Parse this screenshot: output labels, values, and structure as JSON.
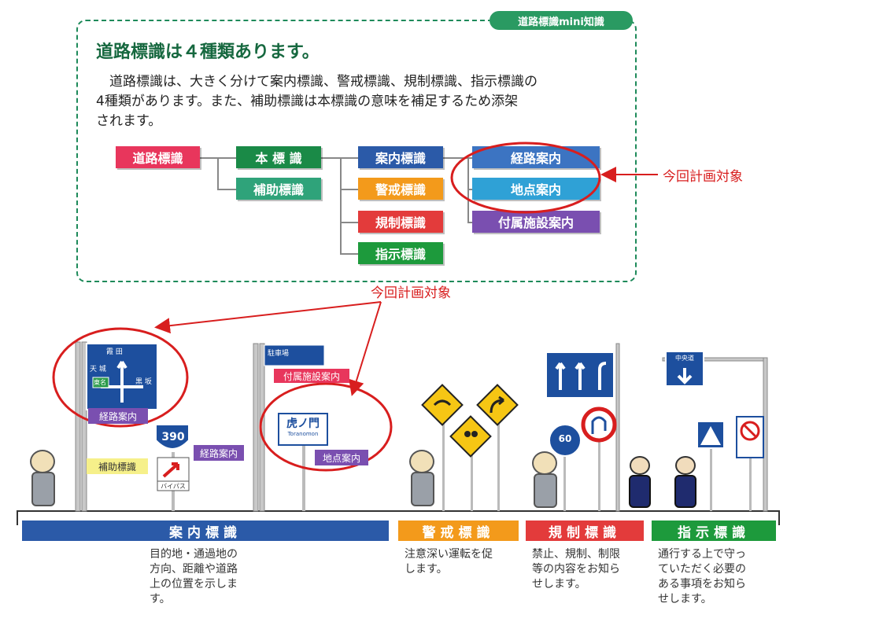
{
  "mini": {
    "tag": "道路標識mini知識",
    "title": "道路標識は４種類あります。",
    "body_line1": "道路標識は、大きく分けて案内標識、警戒標識、規制標識、指示標識の",
    "body_line2": "4種類があります。また、補助標識は本標識の意味を補足するため添架",
    "body_line3": "されます。"
  },
  "tree": {
    "root": "道路標識",
    "main": "本 標 識",
    "aux": "補助標識",
    "guide": "案内標識",
    "warning": "警戒標識",
    "regulatory": "規制標識",
    "instruction": "指示標識",
    "route": "経路案内",
    "point": "地点案内",
    "facility": "付属施設案内"
  },
  "colors": {
    "root": "#e8365c",
    "main": "#1a8a47",
    "aux": "#2fa37a",
    "guide": "#2b5aa8",
    "warning": "#f39a1b",
    "regulatory": "#e33b3b",
    "instruction": "#1d9a3c",
    "route": "#3c74c2",
    "point": "#2fa1d6",
    "facility": "#7a4fb0",
    "circle": "#d81e1e"
  },
  "annotations": {
    "target_right": "今回計画対象",
    "target_center": "今回計画対象"
  },
  "scene": {
    "route_sign_top": "霞 田",
    "route_sign_left": "天 城",
    "route_sign_right": "黒 坂",
    "route_badge": "東名",
    "label_route1": "経路案内",
    "route_number": "390",
    "label_route2": "経路案内",
    "label_aux": "補助標識",
    "bypass": "バイパス",
    "facility_sign": "駐車場",
    "label_facility": "付属施設案内",
    "place_name": "虎ノ門",
    "place_romaji": "Toranomon",
    "label_point": "地点案内",
    "speed": "60",
    "expressway": "中央道"
  },
  "categories": [
    {
      "name": "案内標識",
      "color": "#2b5aa8",
      "desc": [
        "目的地・通過地の",
        "方向、距離や道路",
        "上の位置を示しま",
        "す。"
      ]
    },
    {
      "name": "警戒標識",
      "color": "#f39a1b",
      "desc": [
        "注意深い運転を促",
        "します。"
      ]
    },
    {
      "name": "規制標識",
      "color": "#e33b3b",
      "desc": [
        "禁止、規制、制限",
        "等の内容をお知ら",
        "せします。"
      ]
    },
    {
      "name": "指示標識",
      "color": "#1d9a3c",
      "desc": [
        "通行する上で守っ",
        "ていただく必要の",
        "ある事項をお知ら",
        "せします。"
      ]
    }
  ]
}
